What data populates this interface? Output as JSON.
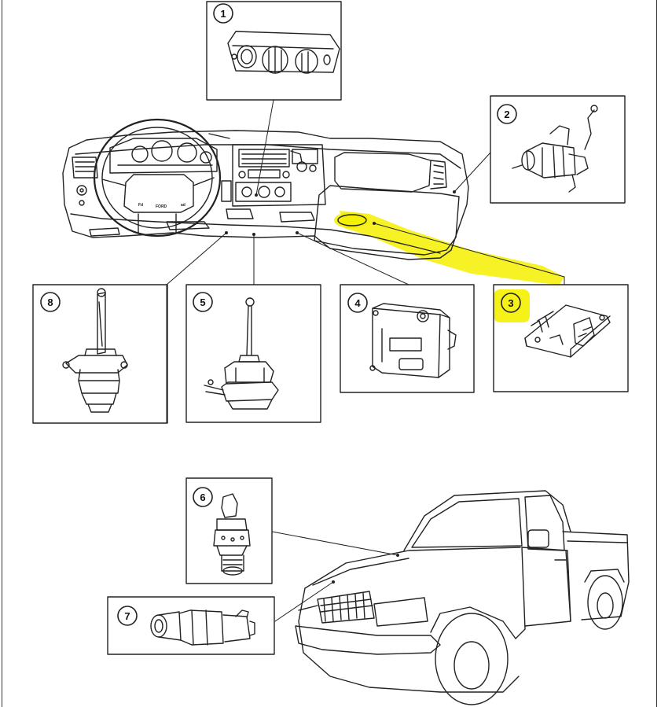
{
  "callouts": [
    {
      "id": "1",
      "label": "1"
    },
    {
      "id": "2",
      "label": "2"
    },
    {
      "id": "3",
      "label": "3"
    },
    {
      "id": "4",
      "label": "4"
    },
    {
      "id": "5",
      "label": "5"
    },
    {
      "id": "6",
      "label": "6"
    },
    {
      "id": "7",
      "label": "7"
    },
    {
      "id": "8",
      "label": "8"
    }
  ],
  "highlight": {
    "color": "#f4f000",
    "target_callout": "3"
  },
  "colors": {
    "line": "#222222",
    "background": "#ffffff"
  }
}
